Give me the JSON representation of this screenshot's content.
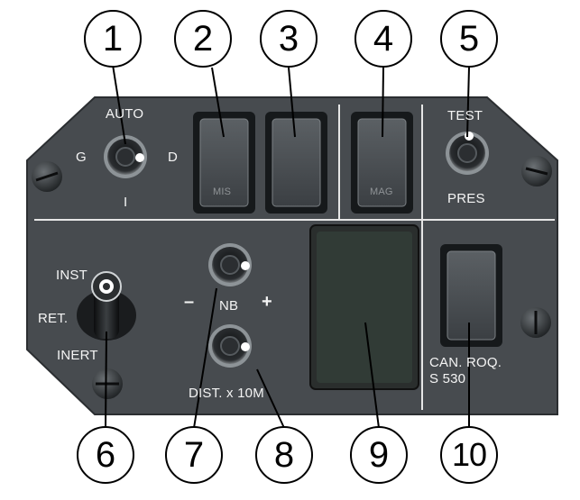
{
  "panel": {
    "selector": {
      "top_label": "AUTO",
      "left_label": "G",
      "right_label": "D",
      "bottom_label": "I"
    },
    "buttons": [
      {
        "label": "MIS"
      },
      {
        "label": ""
      },
      {
        "label": "MAG"
      }
    ],
    "test_switch": {
      "top_label": "TEST",
      "bottom_label": "PRES"
    },
    "mode_knob": {
      "top_label": "INST",
      "mid_label": "RET.",
      "bottom_label": "INERT"
    },
    "nb_switch": {
      "minus_label": "–",
      "label": "NB",
      "plus_label": "+"
    },
    "dist_switch": {
      "label": "DIST. x 10M"
    },
    "channel_button": {
      "label_line1": "CAN. ROQ.",
      "label_line2": "S 530"
    }
  },
  "callouts": [
    "1",
    "2",
    "3",
    "4",
    "5",
    "6",
    "7",
    "8",
    "9",
    "10"
  ]
}
